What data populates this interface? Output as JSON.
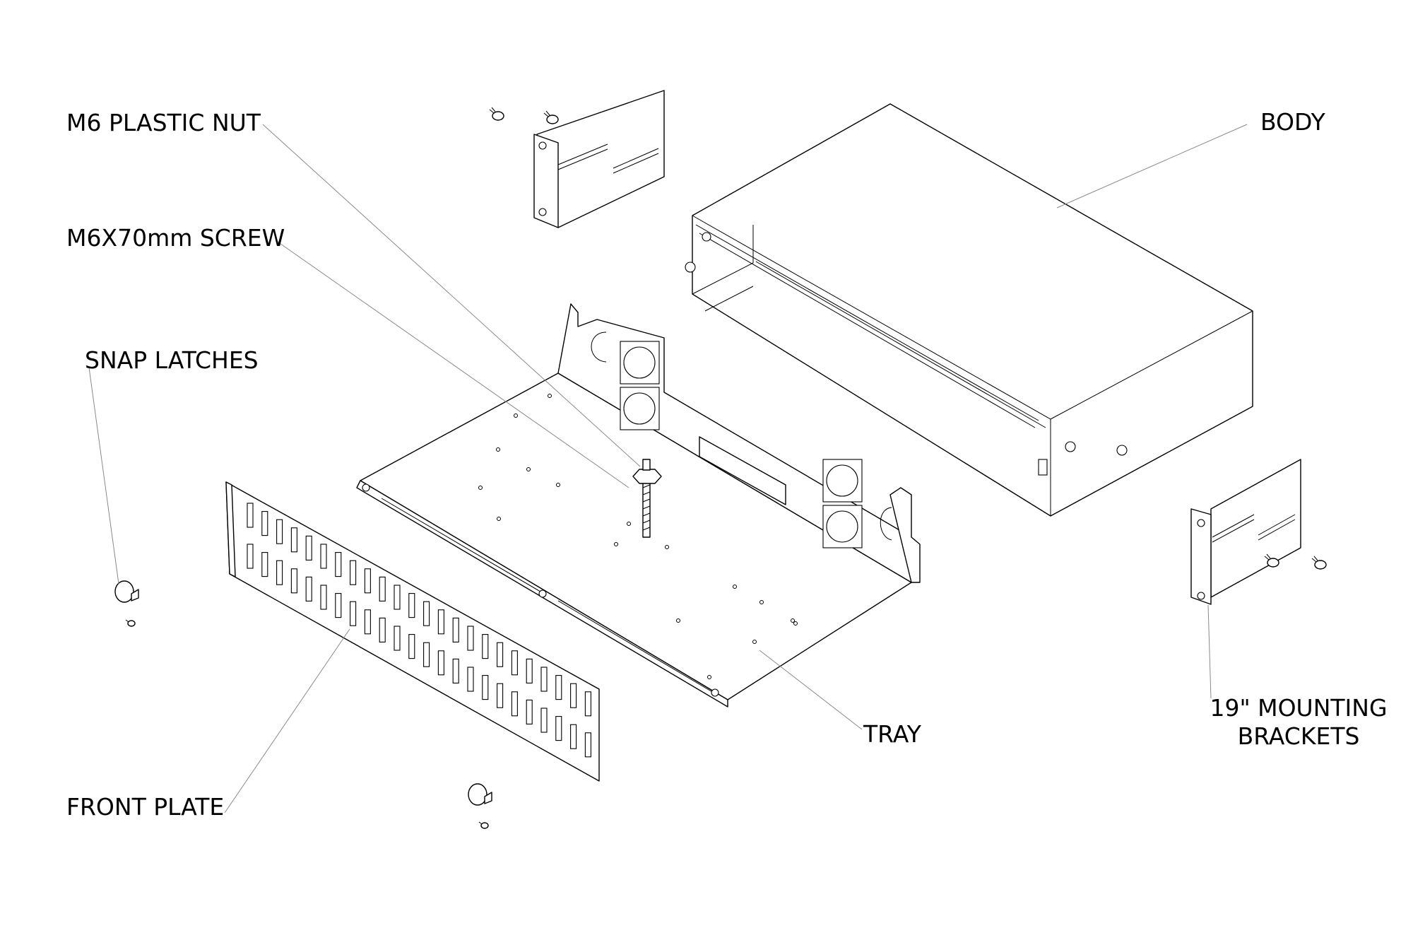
{
  "labels": {
    "plastic_nut": "M6 PLASTIC NUT",
    "screw": "M6X70mm SCREW",
    "snap_latches": "SNAP LATCHES",
    "front_plate": "FRONT PLATE",
    "body": "BODY",
    "tray": "TRAY",
    "brackets_line1": "19\" MOUNTING",
    "brackets_line2": "BRACKETS"
  }
}
